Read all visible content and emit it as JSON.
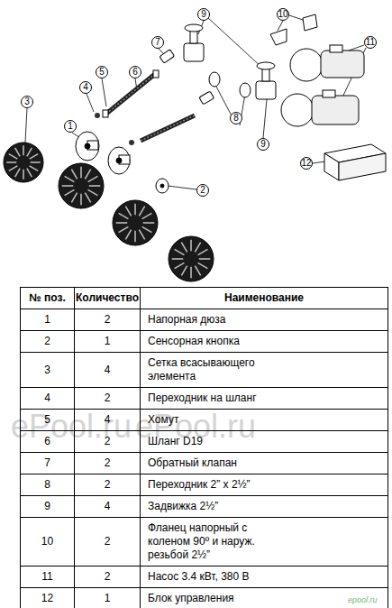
{
  "diagram": {
    "labels": [
      "9",
      "10",
      "11",
      "7",
      "5",
      "6",
      "4",
      "3",
      "1",
      "8",
      "9",
      "12",
      "2",
      "№ поз.",
      "Количество",
      "Наименование",
      "1",
      "2",
      "Напорная дюза",
      "2",
      "1",
      "Сенсорная кнопка",
      "3",
      "4",
      "Сетка всасывающего элемента",
      "4",
      "2",
      "Переходник на шланг",
      "5",
      "4",
      "Хомут",
      "6",
      "2",
      "Шланг D19",
      "7",
      "2",
      "Обратный клапан",
      "8",
      "2",
      "Переходник 2” x 2½”",
      "9",
      "4",
      "Задвижка 2½”",
      "10",
      "2",
      "Фланец напорный с коленом 90º и наруж. резьбой 2½”",
      "11",
      "2",
      "Насос 3.4 кВт, 380 В",
      "12",
      "1",
      "Блок управления",
      "ePool.ru",
      "ePool.ru",
      "epool.ru"
    ]
  }
}
